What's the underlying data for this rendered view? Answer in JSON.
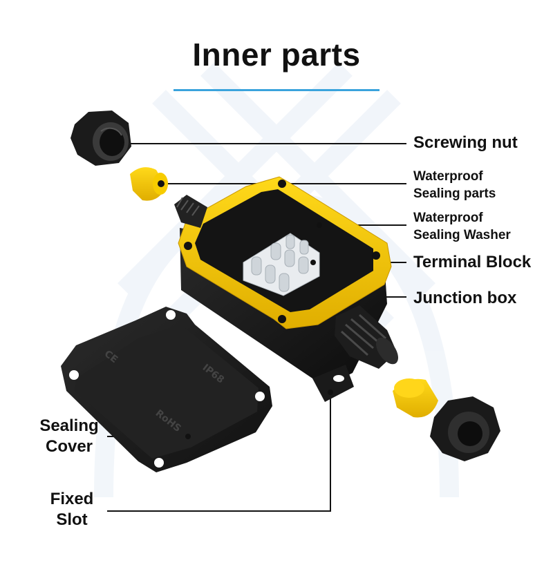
{
  "title": "Inner parts",
  "colors": {
    "accent_line": "#3aa3dc",
    "housing": "#1a1a1a",
    "seal_yellow": "#f2c400",
    "terminal": "#dfe3e7",
    "text": "#111111"
  },
  "labels": {
    "screwing_nut": "Screwing nut",
    "waterproof_sealing_parts": {
      "line1": "Waterproof",
      "line2": "Sealing parts"
    },
    "waterproof_sealing_washer": {
      "line1": "Waterproof",
      "line2": "Sealing Washer"
    },
    "terminal_block": "Terminal Block",
    "junction_box": "Junction box",
    "sealing_cover": {
      "line1": "Sealing",
      "line2": "Cover"
    },
    "fixed_slot": {
      "line1": "Fixed",
      "line2": "Slot"
    }
  },
  "cover_marks": [
    "IP68",
    "RoHS",
    "CE"
  ]
}
